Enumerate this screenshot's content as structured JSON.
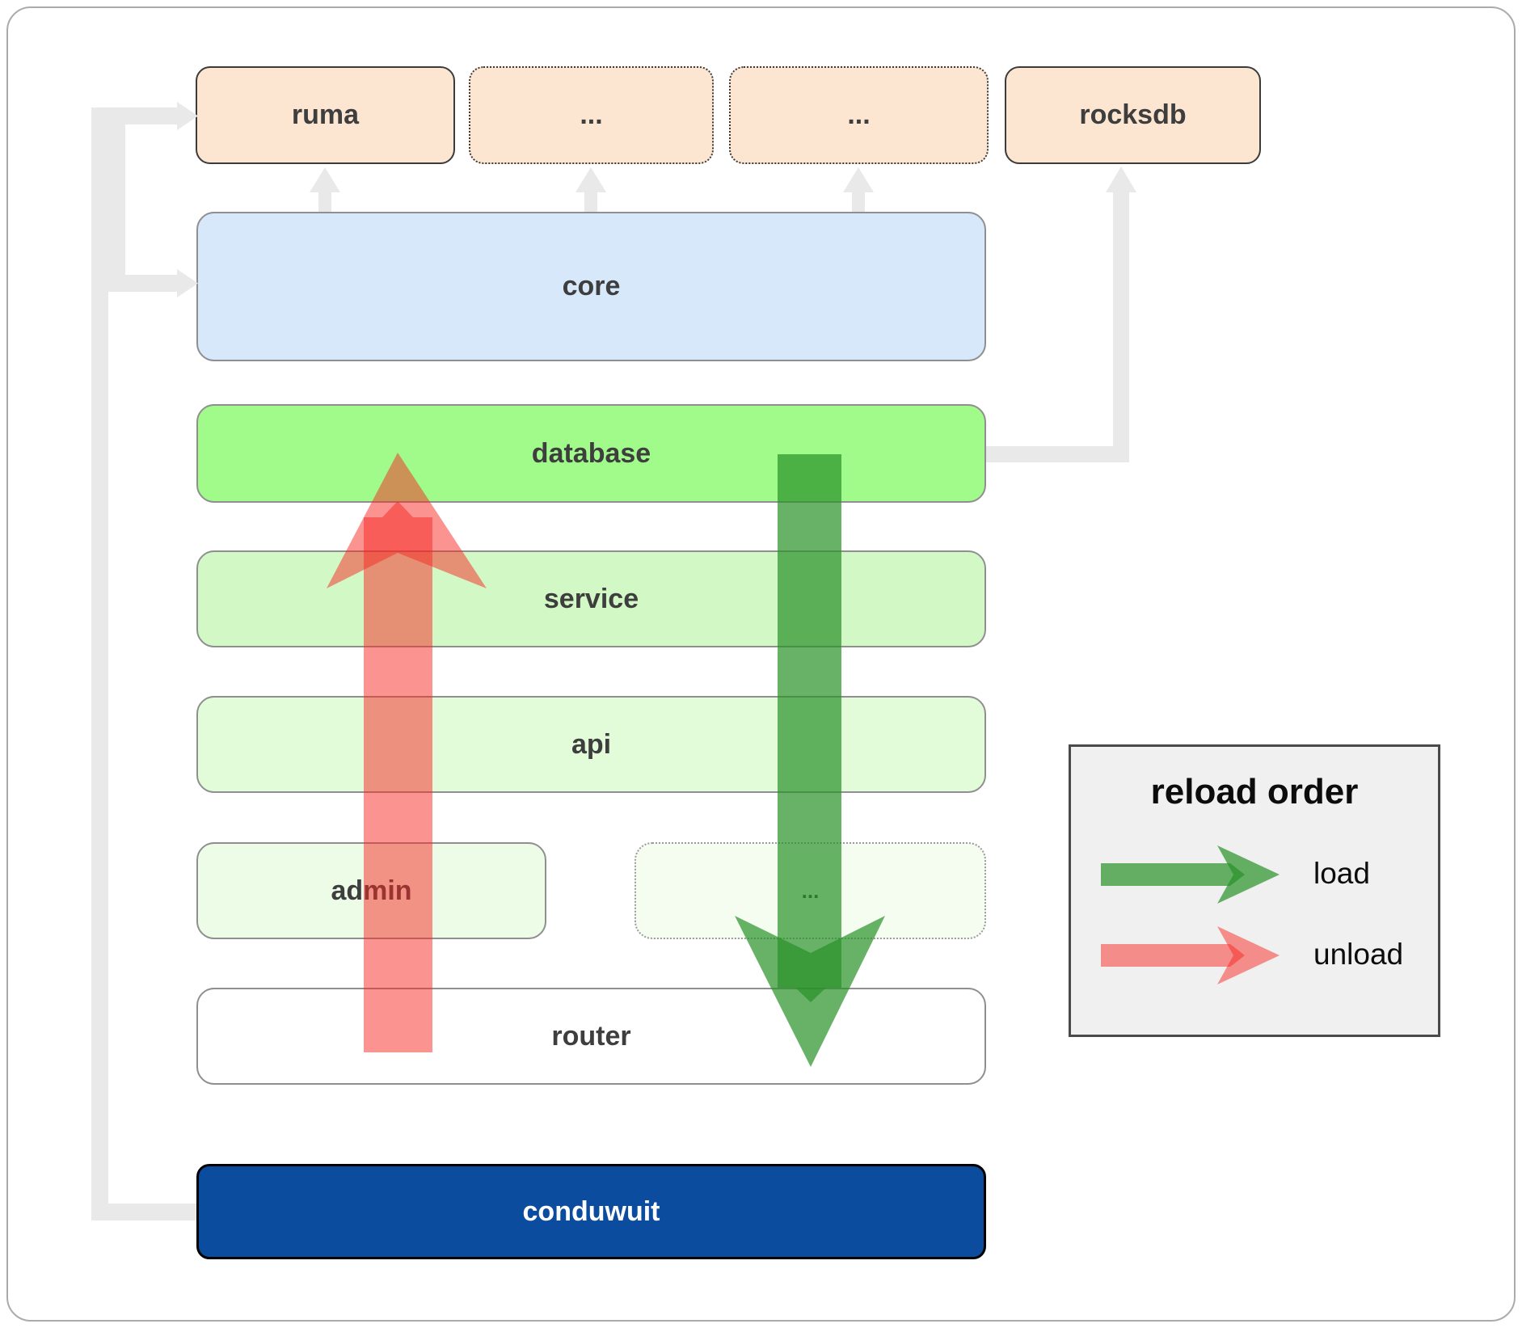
{
  "diagram": {
    "boxes": {
      "ruma": "ruma",
      "ellipsis_top_1": "...",
      "ellipsis_top_2": "...",
      "rocksdb": "rocksdb",
      "core": "core",
      "database": "database",
      "service": "service",
      "api": "api",
      "admin": "admin",
      "ellipsis_admin": "...",
      "router": "router",
      "conduwuit": "conduwuit"
    },
    "legend": {
      "title": "reload order",
      "load_label": "load",
      "unload_label": "unload"
    },
    "colors": {
      "connector": "#e9e9e9",
      "load_arrow": "rgba(40,145,40,0.7)",
      "unload_arrow": "rgba(247,40,35,0.5)",
      "peach_box": "#fce6d2",
      "core_box": "#d6e8fa",
      "database_box": "#a1fb8b",
      "service_box": "#d2f9c5",
      "api_box": "#e2fbd9",
      "admin_box": "#edfce7",
      "conduwuit_box": "#0c4c9f",
      "legend_bg": "#f0f0f0"
    }
  }
}
